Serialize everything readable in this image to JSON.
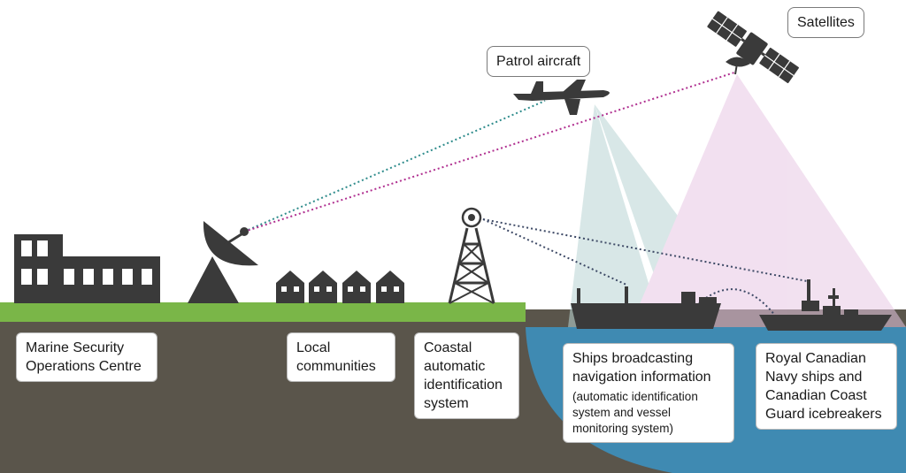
{
  "labels": {
    "satellites": "Satellites",
    "patrol_aircraft": "Patrol aircraft",
    "marine_security": [
      "Marine Security",
      "Operations Centre"
    ],
    "local_communities": [
      "Local",
      "communities"
    ],
    "coastal_ais": [
      "Coastal",
      "automatic",
      "identification",
      "system"
    ],
    "ships_broadcasting": [
      "Ships broadcasting",
      "navigation information"
    ],
    "ships_broadcasting_note": [
      "(automatic identification",
      "system and vessel",
      "monitoring system)"
    ],
    "navy_ships": [
      "Royal Canadian",
      "Navy ships and",
      "Canadian Coast",
      "Guard icebreakers"
    ]
  },
  "icons": [
    "satellite-icon",
    "aircraft-icon",
    "building-icon",
    "satellite-dish-icon",
    "house-icon",
    "radio-tower-icon",
    "cargo-ship-icon",
    "navy-ship-icon"
  ],
  "colors": {
    "land": "#5a554b",
    "grass": "#7ab648",
    "water": "#3f8ab2",
    "silhouette": "#3a3a3a",
    "teal_beam": "#b9d5d4",
    "pink_beam": "#e8c8e4",
    "teal_link": "#2f8c8c",
    "magenta_link": "#b03090",
    "tower_link": "#3e4a66"
  }
}
